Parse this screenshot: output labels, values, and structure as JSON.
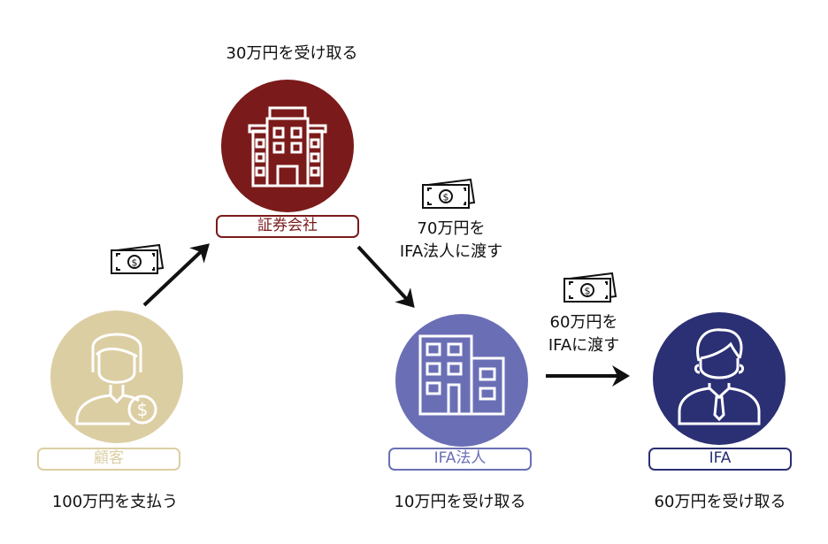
{
  "colors": {
    "securities": "#7b1a1a",
    "customer": "#dccea3",
    "ifa_corp": "#6a6fb5",
    "ifa": "#2b2f73",
    "arrow": "#111111"
  },
  "nodes": {
    "securities": {
      "label": "証券会社",
      "caption": "30万円を受け取る",
      "icon": "office-building-icon"
    },
    "customer": {
      "label": "顧客",
      "caption": "100万円を支払う",
      "icon": "customer-with-dollar-icon"
    },
    "ifa_corp": {
      "label": "IFA法人",
      "caption": "10万円を受け取る",
      "icon": "office-building-icon"
    },
    "ifa": {
      "label": "IFA",
      "caption": "60万円を受け取る",
      "icon": "businessman-icon"
    }
  },
  "flows": {
    "to_ifa_corp": {
      "line1": "70万円を",
      "line2": "IFA法人に渡す",
      "icon": "money-bill-icon"
    },
    "to_ifa": {
      "line1": "60万円を",
      "line2": "IFAに渡す",
      "icon": "money-bill-icon"
    },
    "customer_pay": {
      "icon": "money-bill-icon"
    }
  }
}
